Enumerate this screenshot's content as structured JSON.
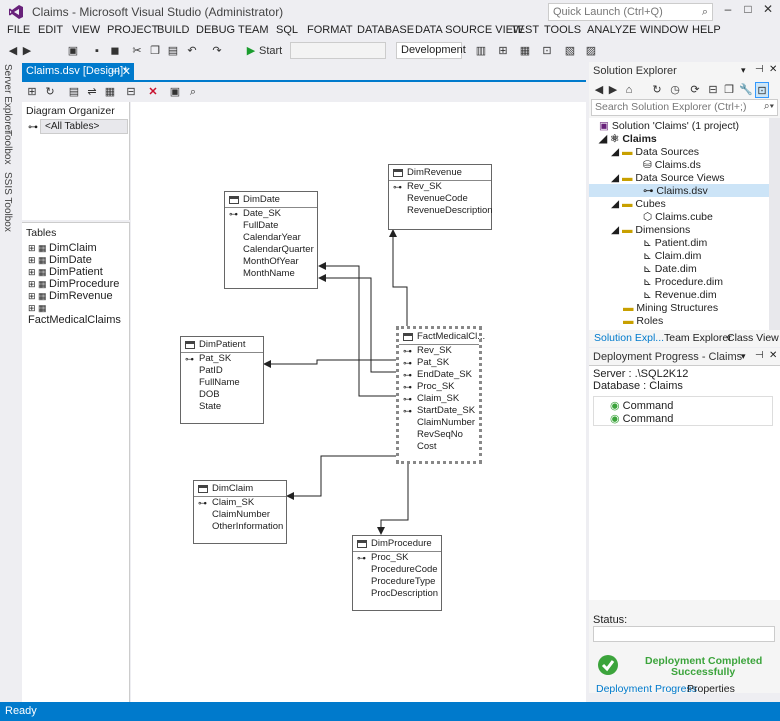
{
  "window": {
    "title": "Claims - Microsoft Visual Studio (Administrator)",
    "quick_launch_placeholder": "Quick Launch (Ctrl+Q)"
  },
  "menu": [
    "FILE",
    "EDIT",
    "VIEW",
    "PROJECT",
    "BUILD",
    "DEBUG",
    "TEAM",
    "SQL",
    "FORMAT",
    "DATABASE",
    "DATA SOURCE VIEW",
    "TEST",
    "TOOLS",
    "ANALYZE",
    "WINDOW",
    "HELP"
  ],
  "toolbar": {
    "start_label": "Start",
    "config_value": "Development"
  },
  "side_tabs": [
    "Server Explorer",
    "Toolbox",
    "SSIS Toolbox"
  ],
  "document_tab": {
    "label": "Claims.dsv [Design]*"
  },
  "organizer": {
    "title": "Diagram Organizer",
    "item": "<All Tables>"
  },
  "tables_pane": {
    "title": "Tables",
    "items": [
      "DimClaim",
      "DimDate",
      "DimPatient",
      "DimProcedure",
      "DimRevenue",
      "FactMedicalClaims"
    ]
  },
  "entities": {
    "dimrevenue": {
      "title": "DimRevenue",
      "rows": [
        "Rev_SK",
        "RevenueCode",
        "RevenueDescription"
      ]
    },
    "dimdate": {
      "title": "DimDate",
      "rows": [
        "Date_SK",
        "FullDate",
        "CalendarYear",
        "CalendarQuarter",
        "MonthOfYear",
        "MonthName"
      ]
    },
    "dimpatient": {
      "title": "DimPatient",
      "rows": [
        "Pat_SK",
        "PatID",
        "FullName",
        "DOB",
        "State"
      ]
    },
    "fact": {
      "title": "FactMedicalCl...",
      "rows": [
        "Rev_SK",
        "Pat_SK",
        "EndDate_SK",
        "Proc_SK",
        "Claim_SK",
        "StartDate_SK",
        "ClaimNumber",
        "RevSeqNo",
        "Cost"
      ]
    },
    "dimclaim": {
      "title": "DimClaim",
      "rows": [
        "Claim_SK",
        "ClaimNumber",
        "OtherInformation"
      ]
    },
    "dimprocedure": {
      "title": "DimProcedure",
      "rows": [
        "Proc_SK",
        "ProcedureCode",
        "ProcedureType",
        "ProcDescription"
      ]
    }
  },
  "solution_explorer": {
    "title": "Solution Explorer",
    "search_placeholder": "Search Solution Explorer (Ctrl+;)",
    "solution": "Solution 'Claims' (1 project)",
    "project": "Claims",
    "data_sources": "Data Sources",
    "claims_ds": "Claims.ds",
    "dsv_folder": "Data Source Views",
    "claims_dsv": "Claims.dsv",
    "cubes": "Cubes",
    "claims_cube": "Claims.cube",
    "dimensions": "Dimensions",
    "dims": [
      "Patient.dim",
      "Claim.dim",
      "Date.dim",
      "Procedure.dim",
      "Revenue.dim"
    ],
    "mining": "Mining Structures",
    "roles": "Roles",
    "tabs": [
      "Solution Expl...",
      "Team Explorer",
      "Class View"
    ]
  },
  "deployment": {
    "title": "Deployment Progress - Claims",
    "server": "Server : .\\SQL2K12",
    "database": "Database : Claims",
    "commands": [
      "Command",
      "Command"
    ],
    "status_label": "Status:",
    "result_line1": "Deployment Completed",
    "result_line2": "Successfully",
    "tabs": [
      "Deployment Progress",
      "Properties"
    ]
  },
  "statusbar": {
    "text": "Ready"
  },
  "colors": {
    "accent": "#007acc",
    "success": "#3ca43c"
  }
}
